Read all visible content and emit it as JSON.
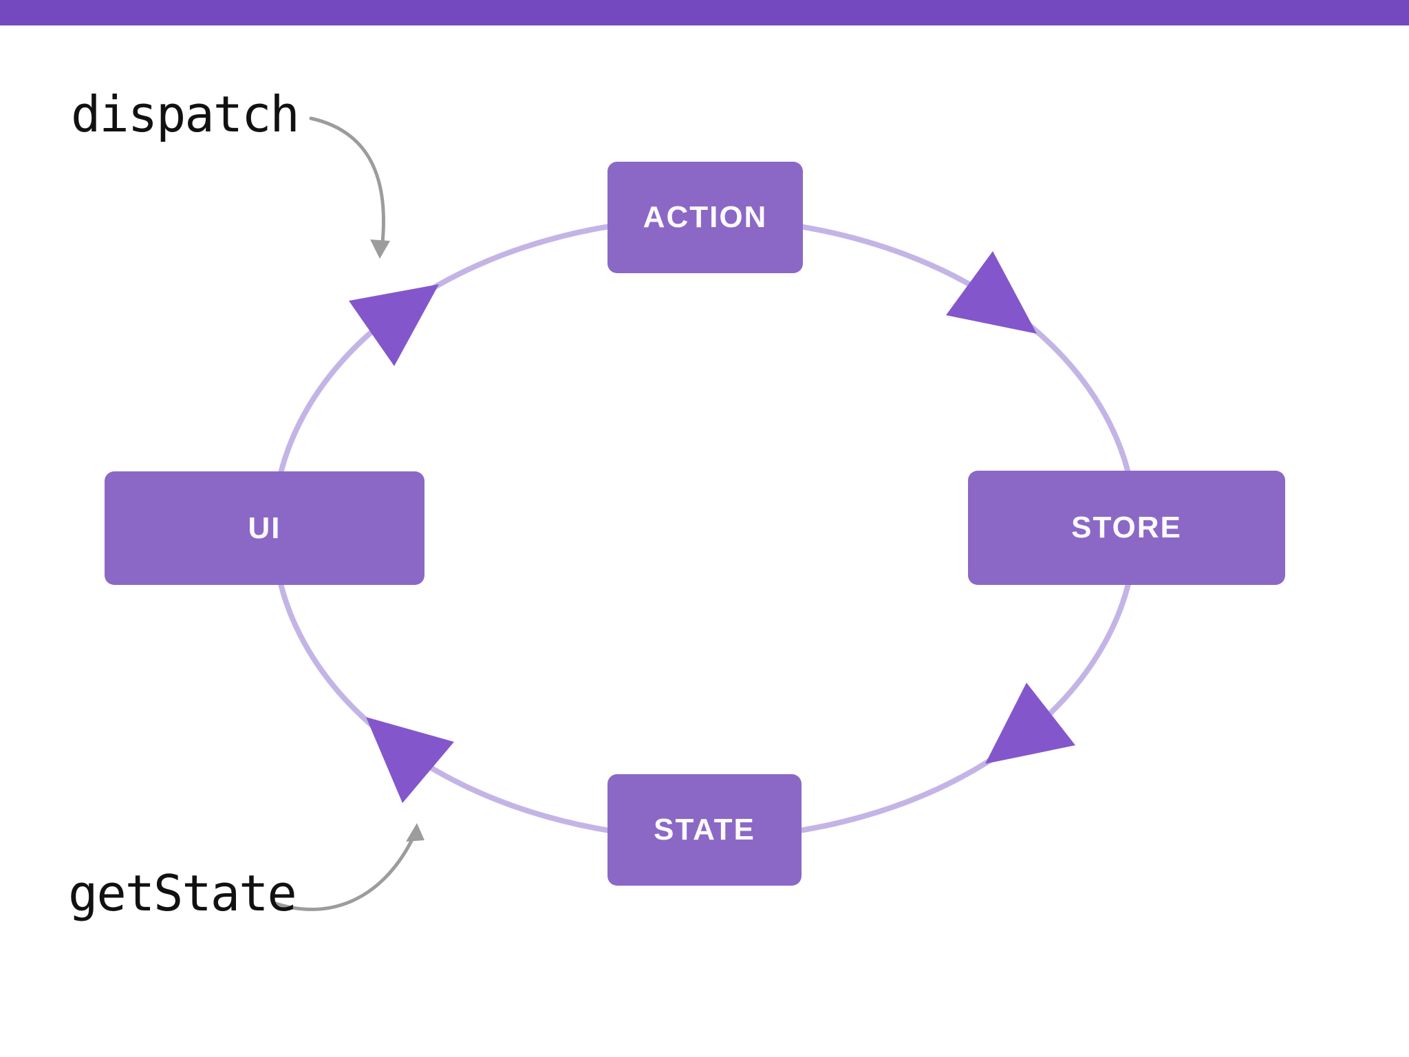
{
  "top_bar": {
    "color": "#7448BE"
  },
  "diagram": {
    "nodes": {
      "action": {
        "label": "ACTION"
      },
      "store": {
        "label": "STORE"
      },
      "state": {
        "label": "STATE"
      },
      "ui": {
        "label": "UI"
      }
    },
    "flow": {
      "direction": "clockwise",
      "cycle": [
        "UI",
        "ACTION",
        "STORE",
        "STATE"
      ]
    },
    "annotations": {
      "dispatch": {
        "label": "dispatch"
      },
      "get_state": {
        "label": "getState"
      }
    },
    "colors": {
      "node_fill": "#8B68C6",
      "node_text": "#FDFBFE",
      "ring_stroke": "#C4B4E6",
      "flow_arrowhead": "#8357CB",
      "annotation_arrow": "#9C9C9C",
      "annotation_text": "#111111"
    }
  }
}
